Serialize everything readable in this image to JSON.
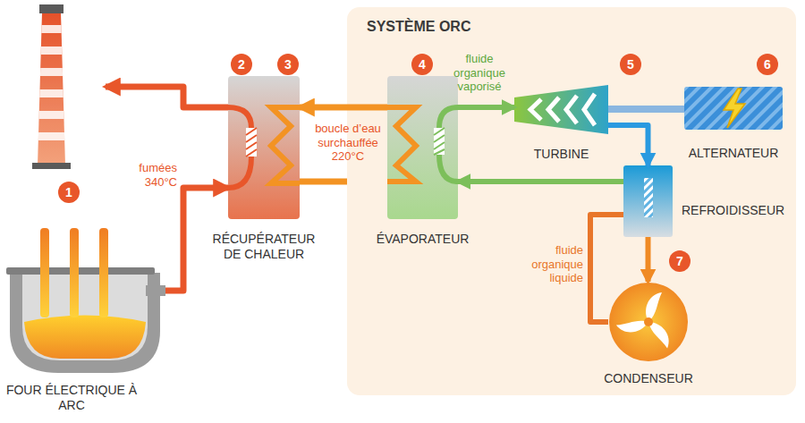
{
  "diagram": {
    "nodes": [
      {
        "text": [
          "FOUR ÉLECTRIQUE À ARC"
        ]
      },
      {
        "text": [
          "RÉCUPÉRATEUR DE CHALEUR"
        ]
      },
      {
        "text": [
          "SYSTÈME ORC"
        ]
      },
      {
        "text": [
          "ÉVAPORATEUR"
        ],
        "in": 2
      },
      {
        "text": [
          "TURBINE"
        ],
        "in": 2
      },
      {
        "text": [
          "ALTERNATEUR"
        ],
        "in": 2
      },
      {
        "text": [
          "REFROIDISSEUR"
        ],
        "in": 2
      },
      {
        "text": [
          "CONDENSEUR"
        ],
        "in": 2
      }
    ],
    "edges": [
      {
        "from": 0,
        "to": 1,
        "arrow": "to",
        "label": "fumées 340°C"
      },
      {
        "from": 3,
        "to": 1,
        "arrow": "to",
        "label": "boucle d’eau surchauffée 220°C"
      },
      {
        "from": 3,
        "to": 4,
        "arrow": "to",
        "label": "fluide organique vaporisé"
      },
      {
        "from": 4,
        "to": 5,
        "arrow": "none"
      },
      {
        "from": 4,
        "to": 6,
        "arrow": "to"
      },
      {
        "from": 6,
        "to": 7,
        "arrow": "to"
      },
      {
        "from": 7,
        "to": 6,
        "arrow": "none",
        "label": "fluide organique liquide"
      },
      {
        "from": 6,
        "to": 3,
        "arrow": "to"
      }
    ],
    "labels": [
      "1",
      "2",
      "3",
      "4",
      "5",
      "6",
      "7"
    ]
  }
}
